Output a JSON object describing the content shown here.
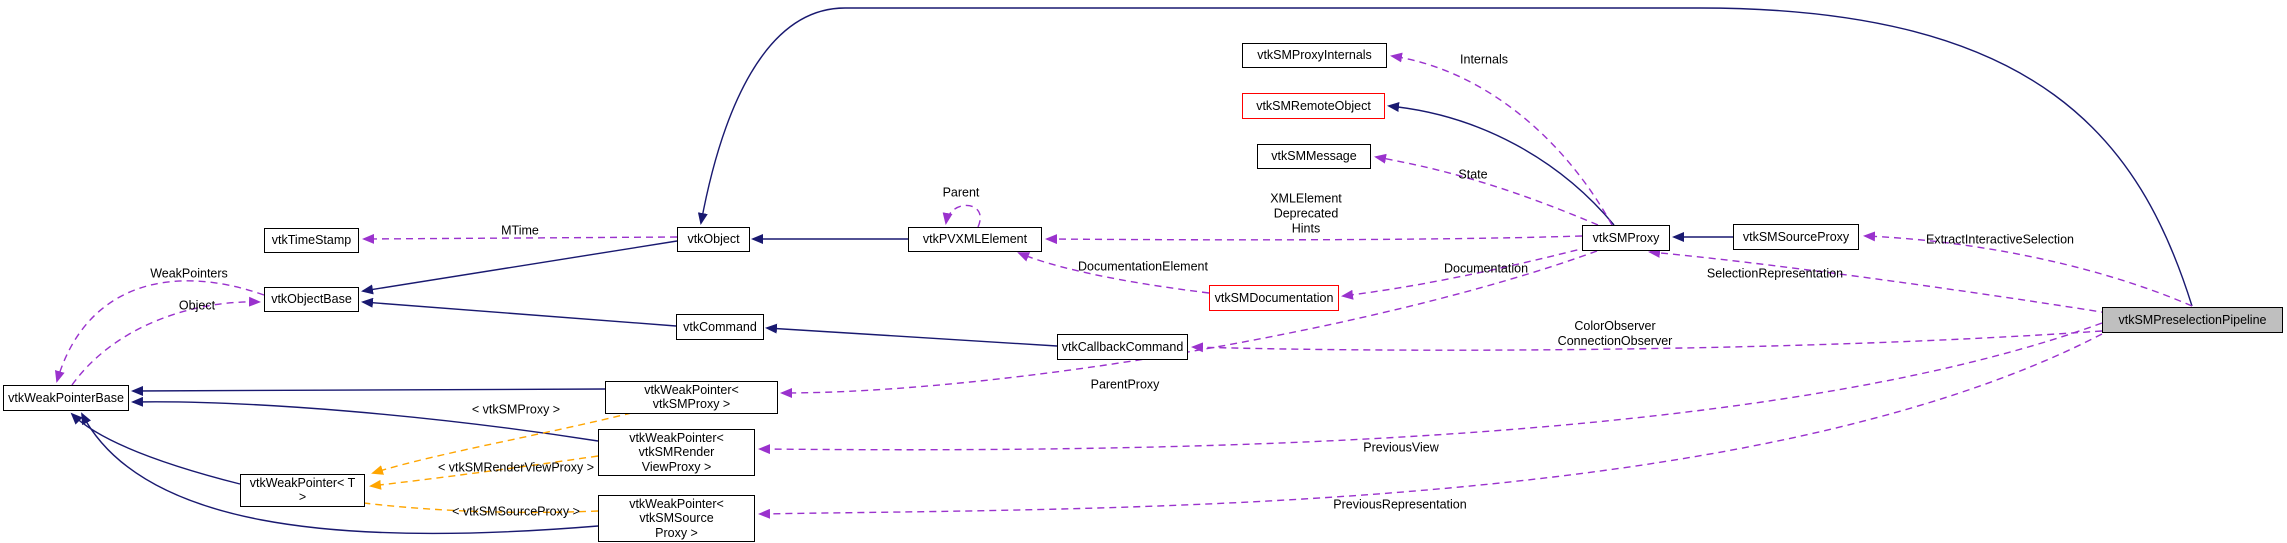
{
  "diagram": {
    "type": "collaboration-graph",
    "current_class": "vtkSMPreselectionPipeline",
    "nodes": [
      {
        "id": "vtkTimeStamp",
        "label": "vtkTimeStamp",
        "style": "normal"
      },
      {
        "id": "vtkObjectBase",
        "label": "vtkObjectBase",
        "style": "normal"
      },
      {
        "id": "vtkWeakPointerBase",
        "label": "vtkWeakPointerBase",
        "style": "normal"
      },
      {
        "id": "vtkWeakPointerT",
        "label": "vtkWeakPointer< T >",
        "style": "normal"
      },
      {
        "id": "vtkObject",
        "label": "vtkObject",
        "style": "normal"
      },
      {
        "id": "vtkCommand",
        "label": "vtkCommand",
        "style": "normal"
      },
      {
        "id": "wpSMProxy",
        "label": "vtkWeakPointer< vtkSMProxy >",
        "style": "normal"
      },
      {
        "id": "wpRenderView",
        "label": "vtkWeakPointer< vtkSMRender\nViewProxy >",
        "style": "normal"
      },
      {
        "id": "wpSource",
        "label": "vtkWeakPointer< vtkSMSource\nProxy >",
        "style": "normal"
      },
      {
        "id": "vtkPVXMLElement",
        "label": "vtkPVXMLElement",
        "style": "normal"
      },
      {
        "id": "vtkCallbackCommand",
        "label": "vtkCallbackCommand",
        "style": "normal"
      },
      {
        "id": "vtkSMDocumentation",
        "label": "vtkSMDocumentation",
        "style": "red"
      },
      {
        "id": "vtkSMProxyInternals",
        "label": "vtkSMProxyInternals",
        "style": "normal"
      },
      {
        "id": "vtkSMRemoteObject",
        "label": "vtkSMRemoteObject",
        "style": "red"
      },
      {
        "id": "vtkSMMessage",
        "label": "vtkSMMessage",
        "style": "normal"
      },
      {
        "id": "vtkSMProxy",
        "label": "vtkSMProxy",
        "style": "normal"
      },
      {
        "id": "vtkSMSourceProxy",
        "label": "vtkSMSourceProxy",
        "style": "normal"
      },
      {
        "id": "pipeline",
        "label": "vtkSMPreselectionPipeline",
        "style": "current"
      }
    ],
    "edge_labels": [
      {
        "id": "mtime",
        "text": "MTime"
      },
      {
        "id": "weakpointers",
        "text": "WeakPointers"
      },
      {
        "id": "object",
        "text": "Object"
      },
      {
        "id": "parent",
        "text": "Parent"
      },
      {
        "id": "xmlelement",
        "text": "XMLElement\nDeprecated\nHints"
      },
      {
        "id": "docelement",
        "text": "DocumentationElement"
      },
      {
        "id": "documentation",
        "text": "Documentation"
      },
      {
        "id": "internals",
        "text": "Internals"
      },
      {
        "id": "state",
        "text": "State"
      },
      {
        "id": "parentproxy",
        "text": "ParentProxy"
      },
      {
        "id": "colorobs",
        "text": "ColorObserver\nConnectionObserver"
      },
      {
        "id": "selectionrep",
        "text": "SelectionRepresentation"
      },
      {
        "id": "extractsel",
        "text": "ExtractInteractiveSelection"
      },
      {
        "id": "prevview",
        "text": "PreviousView"
      },
      {
        "id": "prevrep",
        "text": "PreviousRepresentation"
      },
      {
        "id": "tmplproxy",
        "text": "< vtkSMProxy >"
      },
      {
        "id": "tmplrender",
        "text": "< vtkSMRenderViewProxy >"
      },
      {
        "id": "tmplsource",
        "text": "< vtkSMSourceProxy >"
      }
    ]
  },
  "colors": {
    "inheritance_edge": "#191970",
    "usage_edge": "#9a32cd",
    "template_edge": "#ffa500",
    "node_border": "#000000",
    "truncated_border": "#ff0000",
    "current_fill": "#bfbfbf"
  }
}
